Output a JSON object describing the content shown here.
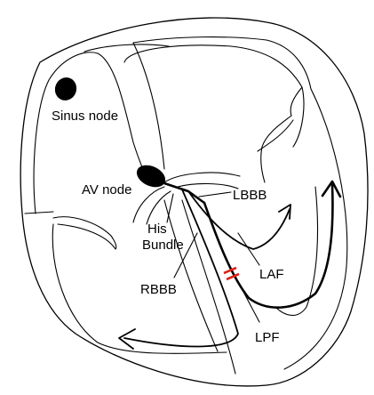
{
  "labels": {
    "sinus_node": "Sinus node",
    "av_node": "AV node",
    "his_bundle_line1": "His",
    "his_bundle_line2": "Bundle",
    "lbbb": "LBBB",
    "rbbb": "RBBB",
    "laf": "LAF",
    "lpf": "LPF"
  },
  "colors": {
    "block_marker": "#e0201b",
    "line": "#000000"
  }
}
